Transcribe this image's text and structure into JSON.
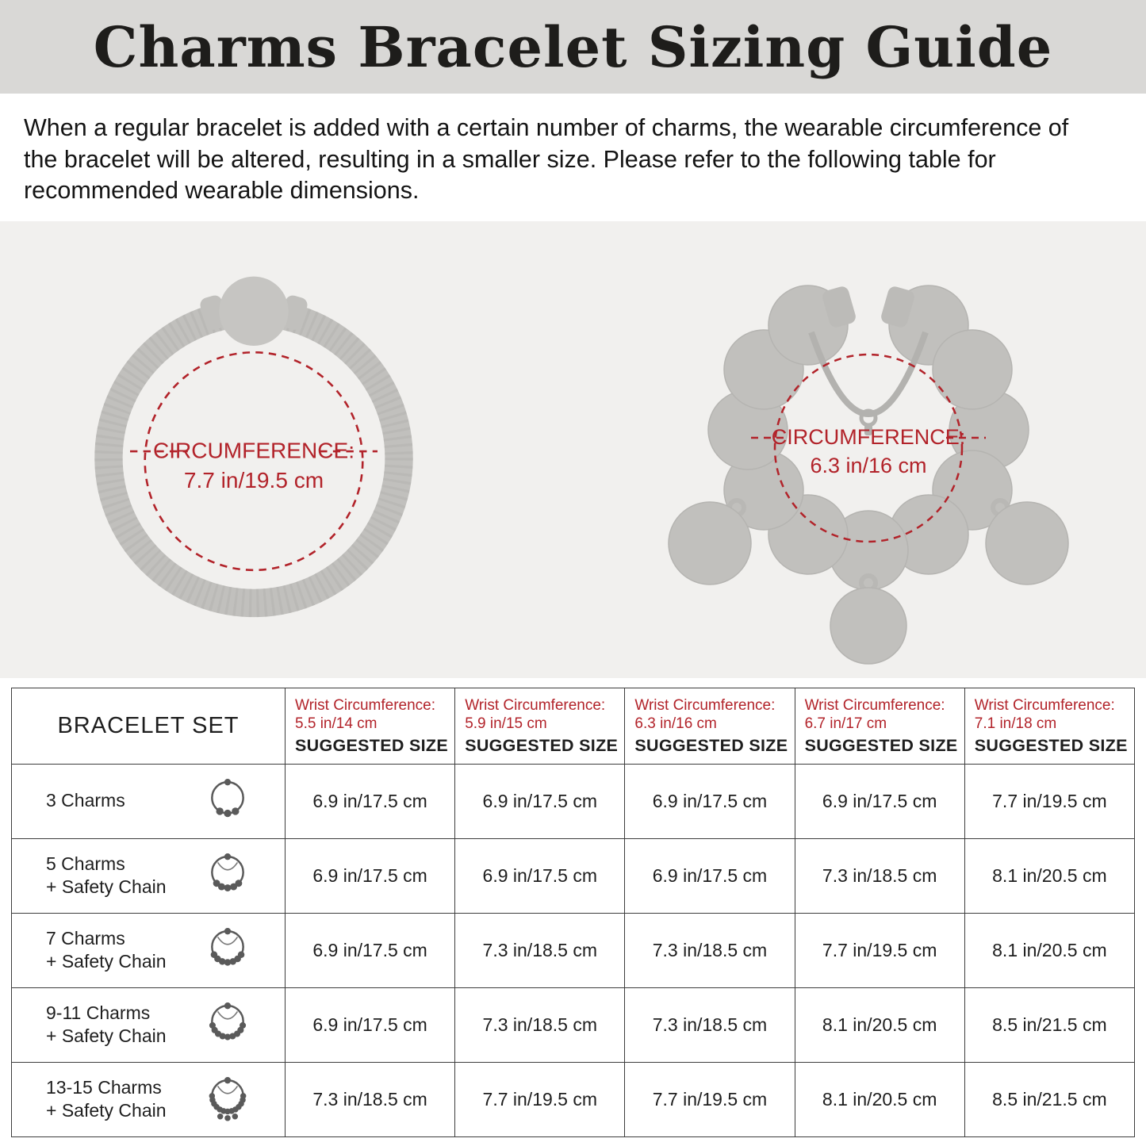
{
  "colors": {
    "accent_red": "#b2232a",
    "banner_bg": "#d9d8d6",
    "diagram_bg": "#f1f0ee",
    "bracelet_gray": "#c1c0bd",
    "text_dark": "#1e1e1e",
    "table_border": "#3d3d3d"
  },
  "header": {
    "title": "Charms Bracelet Sizing Guide"
  },
  "intro": {
    "text": "When a regular bracelet is added with a certain number of charms, the wearable circumference of the bracelet will be altered, resulting in a smaller size. Please refer to the following table for recommended wearable dimensions."
  },
  "diagrams": {
    "plain": {
      "label": "CIRCUMFERENCE:",
      "value": "7.7 in/19.5 cm"
    },
    "charms": {
      "label": "CIRCUMFERENCE:",
      "value": "6.3 in/16 cm"
    }
  },
  "table": {
    "bracelet_set_header": "BRACELET SET",
    "wrist_label": "Wrist Circumference:",
    "suggested_label": "SUGGESTED SIZE",
    "columns": [
      {
        "wrist": "5.5 in/14 cm"
      },
      {
        "wrist": "5.9 in/15 cm"
      },
      {
        "wrist": "6.3 in/16 cm"
      },
      {
        "wrist": "6.7 in/17 cm"
      },
      {
        "wrist": "7.1 in/18 cm"
      }
    ],
    "rows": [
      {
        "name_line1": "3 Charms",
        "name_line2": "",
        "sizes": [
          "6.9 in/17.5 cm",
          "6.9 in/17.5 cm",
          "6.9 in/17.5 cm",
          "6.9 in/17.5 cm",
          "7.7 in/19.5 cm"
        ]
      },
      {
        "name_line1": "5 Charms",
        "name_line2": "+ Safety Chain",
        "sizes": [
          "6.9 in/17.5 cm",
          "6.9 in/17.5 cm",
          "6.9 in/17.5 cm",
          "7.3 in/18.5 cm",
          "8.1 in/20.5 cm"
        ]
      },
      {
        "name_line1": "7 Charms",
        "name_line2": "+ Safety Chain",
        "sizes": [
          "6.9 in/17.5 cm",
          "7.3 in/18.5 cm",
          "7.3 in/18.5 cm",
          "7.7 in/19.5 cm",
          "8.1 in/20.5 cm"
        ]
      },
      {
        "name_line1": "9-11 Charms",
        "name_line2": "+ Safety Chain",
        "sizes": [
          "6.9 in/17.5 cm",
          "7.3 in/18.5 cm",
          "7.3 in/18.5 cm",
          "8.1 in/20.5 cm",
          "8.5 in/21.5 cm"
        ]
      },
      {
        "name_line1": "13-15 Charms",
        "name_line2": "+ Safety Chain",
        "sizes": [
          "7.3 in/18.5 cm",
          "7.7 in/19.5 cm",
          "7.7 in/19.5 cm",
          "8.1 in/20.5 cm",
          "8.5 in/21.5 cm"
        ]
      }
    ]
  }
}
